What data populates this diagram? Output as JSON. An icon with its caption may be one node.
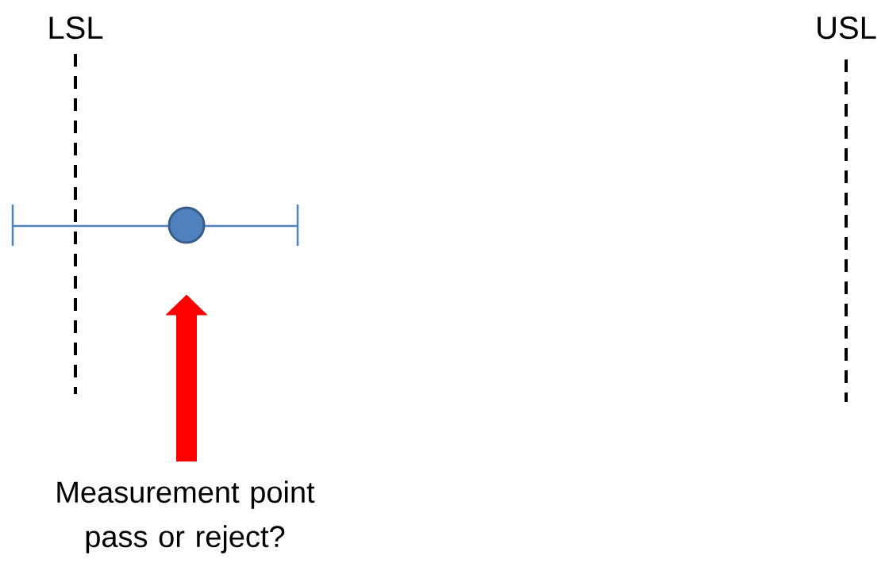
{
  "diagram": {
    "nodes": [
      {
        "text": [],
        "shape": "circle"
      },
      {
        "text": [
          "Measurement point pass or reject?"
        ]
      }
    ],
    "edges": [
      {
        "from": 1,
        "to": 0,
        "arrow": "to",
        "color": "#ff0000"
      }
    ],
    "labels": [
      "LSL",
      "USL"
    ]
  }
}
